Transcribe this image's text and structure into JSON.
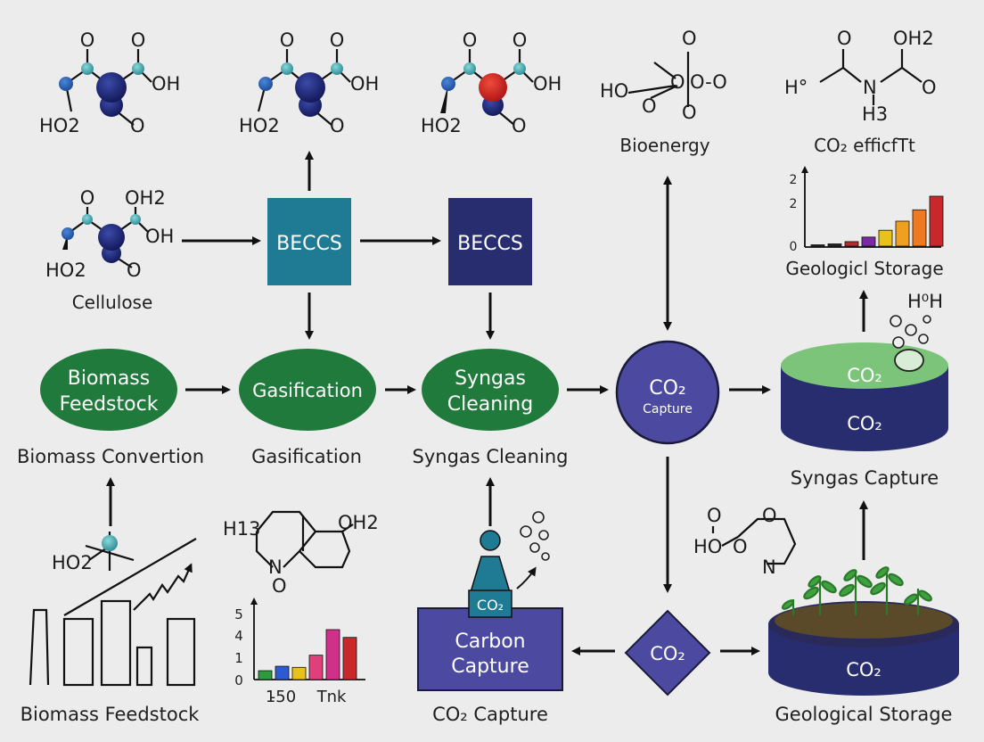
{
  "molecules": {
    "m1": {
      "o_top_left": "O",
      "o_top_right": "O",
      "oh": "OH",
      "ho2": "HO2",
      "o_bottom": "O"
    },
    "m2": {
      "o_top_left": "O",
      "o_top_right": "O",
      "oh": "OH",
      "ho2": "HO2",
      "o_bottom": "O"
    },
    "m3": {
      "o_top_left": "O",
      "o_top_right": "O",
      "oh": "OH",
      "ho2": "HO2",
      "o_bottom": "O"
    },
    "cellulose": {
      "o_top": "O",
      "oh2": "OH2",
      "oh": "OH",
      "ho2": "HO2",
      "o_bottom": "O",
      "label": "Cellulose"
    },
    "bioenergy": {
      "text1": "HO",
      "text2": "O",
      "text3": "O",
      "text4": "O-O",
      "text5": "O",
      "text6": "O",
      "label": "Bioenergy"
    },
    "co2_effect": {
      "h0": "H°",
      "o": "O",
      "n": "N",
      "oh2": "OH2",
      "o2": "O",
      "h3": "H3",
      "label": "CO₂ efficfTt"
    },
    "ring": {
      "h13": "H13",
      "oh2": "OH2",
      "n": "N",
      "o": "O"
    },
    "dioxolane": {
      "o1": "O",
      "ho": "HO",
      "o2": "O",
      "o3": "O",
      "n": "N"
    },
    "ho2_small": {
      "text": "HO2"
    },
    "h0h": {
      "text": "H⁰H"
    }
  },
  "boxes": {
    "beccs1": "BECCS",
    "beccs2": "BECCS",
    "carbon_capture_line1": "Carbon",
    "carbon_capture_line2": "Capture",
    "co2_tag": "CO₂"
  },
  "ellipses": {
    "biomass_feedstock_line1": "Biomass",
    "biomass_feedstock_line2": "Feedstock",
    "gasification": "Gasification",
    "syngas_line1": "Syngas",
    "syngas_line2": "Cleaning"
  },
  "co2_capture_circle": {
    "line1": "CO₂",
    "line2": "Capture"
  },
  "diamond": {
    "label": "CO₂"
  },
  "cylinders": {
    "top_upper": "CO₂",
    "top_lower": "CO₂",
    "bottom": "CO₂"
  },
  "labels": {
    "biomass_convertion": "Biomass Convertion",
    "gasification": "Gasification",
    "syngas_cleaning": "Syngas Cleaning",
    "syngas_capture": "Syngas Capture",
    "geologic_storage_top": "Geologicl Storage",
    "biomass_feedstock_bottom": "Biomass Feedstock",
    "co2_capture_bottom": "CO₂ Capture",
    "geological_storage_bottom": "Geological Storage"
  },
  "chart_data": [
    {
      "type": "bar",
      "y_ticks": [
        "2",
        "2",
        "0"
      ],
      "values": [
        0.05,
        0.1,
        0.2,
        0.4,
        0.7,
        1.1,
        1.6,
        2.2
      ],
      "colors": [
        "#2a2a2a",
        "#2a2a2a",
        "#b52a2a",
        "#7b2aa6",
        "#e8c21a",
        "#f0a020",
        "#f07a20",
        "#c8282a"
      ],
      "title": "",
      "xlabel": "",
      "ylabel": ""
    },
    {
      "type": "bar",
      "y_ticks": [
        "5",
        "4",
        "1",
        "0"
      ],
      "x_ticks": [
        "1̵50",
        "Tnk"
      ],
      "values": [
        0.8,
        1.2,
        1.1,
        2.2,
        4.5,
        3.8
      ],
      "colors": [
        "#2e9a3e",
        "#2e5ad0",
        "#e8c21a",
        "#e0407a",
        "#d0308a",
        "#c8282a"
      ],
      "title": "",
      "xlabel": "",
      "ylabel": ""
    }
  ]
}
